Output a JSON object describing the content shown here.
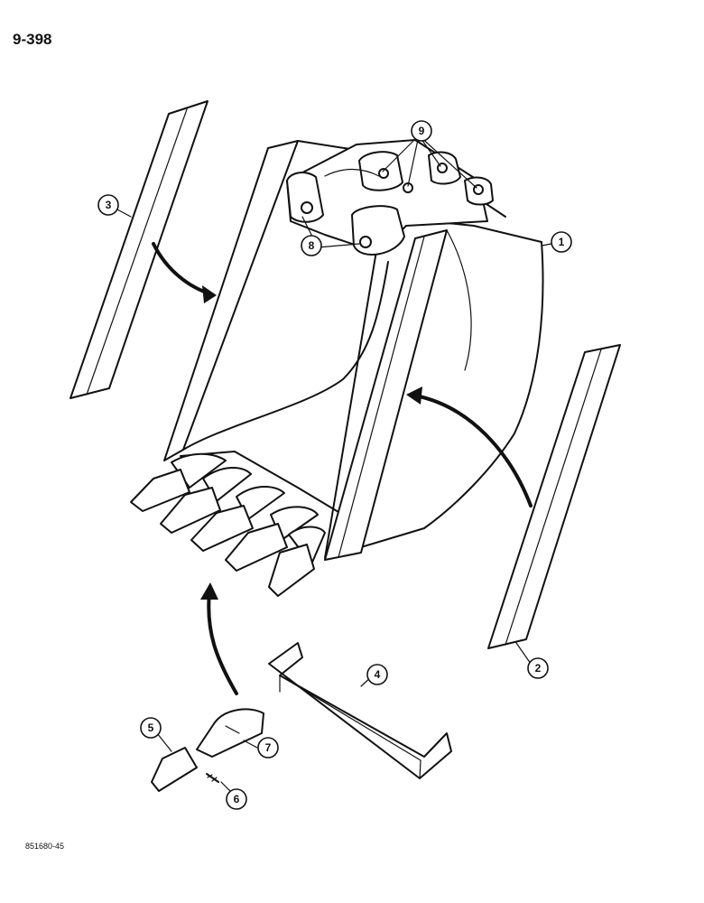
{
  "page_number": "9-398",
  "figure_code": "851680-45",
  "callouts": {
    "c1": "1",
    "c2": "2",
    "c3": "3",
    "c4": "4",
    "c5": "5",
    "c6": "6",
    "c7": "7",
    "c8": "8",
    "c9": "9"
  }
}
